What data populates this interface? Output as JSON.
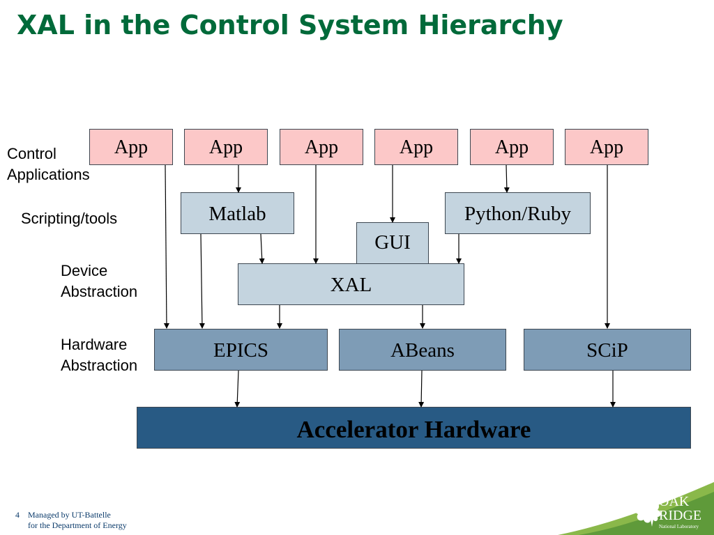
{
  "title": "XAL in the Control System Hierarchy",
  "row_labels": {
    "control_line1": "Control",
    "control_line2": "Applications",
    "scripting": "Scripting/tools",
    "device_line1": "Device",
    "device_line2": "Abstraction",
    "hardware_line1": "Hardware",
    "hardware_line2": "Abstraction"
  },
  "apps": [
    "App",
    "App",
    "App",
    "App",
    "App",
    "App"
  ],
  "tools": {
    "matlab": "Matlab",
    "python": "Python/Ruby",
    "gui": "GUI"
  },
  "device_layer": "XAL",
  "hardware_layer": [
    "EPICS",
    "ABeans",
    "SCiP"
  ],
  "bottom": "Accelerator Hardware",
  "footer": {
    "page": "4",
    "line1": "Managed by UT-Battelle",
    "line2": "for the Department of Energy"
  },
  "logo": {
    "oak": "OAK",
    "ridge": "RIDGE",
    "sub": "National Laboratory"
  },
  "colors": {
    "title": "#006a3a",
    "app_fill": "#fcc8c8",
    "tool_fill": "#c4d4df",
    "hardware_fill": "#7e9cb6",
    "accelerator_fill": "#285a84",
    "wave_green": "#8ab84a"
  }
}
